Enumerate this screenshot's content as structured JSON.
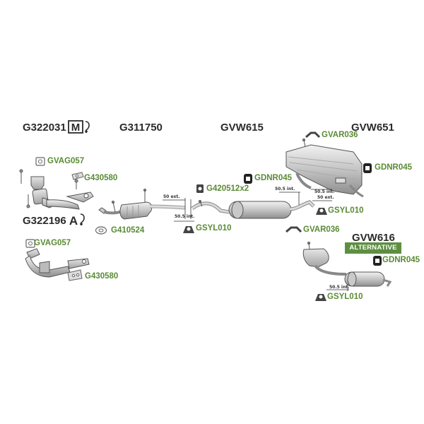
{
  "groups": {
    "g322031": {
      "code": "G322031",
      "badge": "M"
    },
    "g311750": {
      "code": "G311750"
    },
    "gvw615": {
      "code": "GVW615"
    },
    "gvw651": {
      "code": "GVW651"
    },
    "g322196": {
      "code": "G322196",
      "badge": "A"
    },
    "gvw616": {
      "code": "GVW616",
      "alternative_label": "ALTERNATIVE"
    }
  },
  "parts": {
    "gvag057_top": "GVAG057",
    "g430580_top": "G430580",
    "g410524": "G410524",
    "gvag057_bottom": "GVAG057",
    "g430580_bottom": "G430580",
    "gdnr045_mid": "GDNR045",
    "g420512x2": "G420512x2",
    "gsyl010_mid": "GSYL010",
    "gvar036_mid": "GVAR036",
    "gvar036_top": "GVAR036",
    "gdnr045_top": "GDNR045",
    "gsyl010_right": "GSYL010",
    "gdnr045_right": "GDNR045",
    "gsyl010_bottom": "GSYL010"
  },
  "dimensions": {
    "pipe1_ext": "50 ext.",
    "pipe1_int": "50.5 int.",
    "muffler_int": "50.5 int.",
    "tank_int": "50.5 int.",
    "tank_ext": "50 ext.",
    "rear_int": "50.5 int."
  },
  "colors": {
    "main_code": "#2b2b2b",
    "part_code": "#5a8a34",
    "alternative_bg": "#5e8f41",
    "line": "#555555",
    "part_fill": "#cfcfcf"
  }
}
